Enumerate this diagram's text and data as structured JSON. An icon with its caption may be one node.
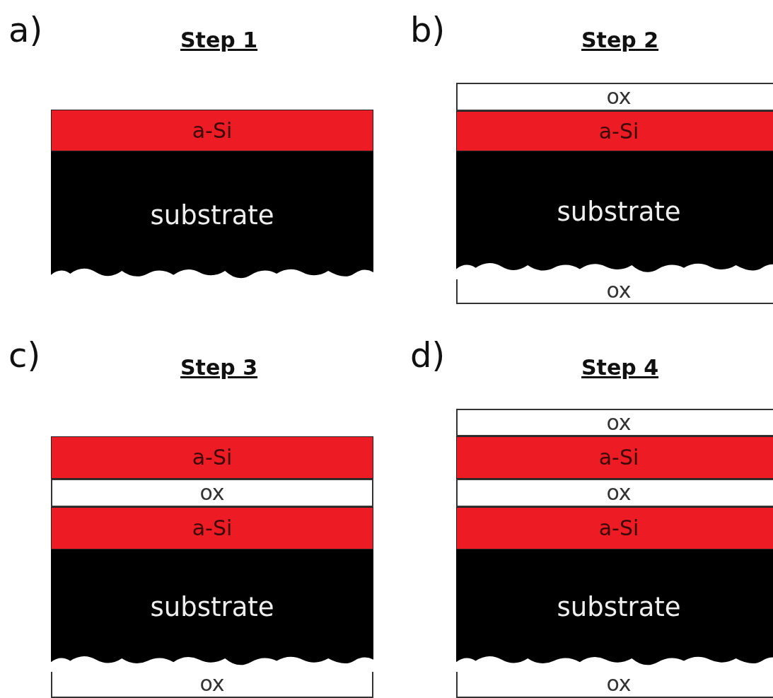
{
  "diagram": {
    "nodes": [
      {
        "text": [
          "a-Si"
        ]
      },
      {
        "text": [
          "substrate"
        ]
      },
      {
        "text": [
          "ox"
        ]
      },
      {
        "text": [
          "a-Si"
        ]
      },
      {
        "text": [
          "substrate"
        ]
      },
      {
        "text": [
          "ox"
        ]
      },
      {
        "text": [
          "a-Si"
        ]
      },
      {
        "text": [
          "ox"
        ]
      },
      {
        "text": [
          "a-Si"
        ]
      },
      {
        "text": [
          "substrate"
        ]
      },
      {
        "text": [
          "ox"
        ]
      },
      {
        "text": [
          "ox"
        ]
      },
      {
        "text": [
          "a-Si"
        ]
      },
      {
        "text": [
          "ox"
        ]
      },
      {
        "text": [
          "a-Si"
        ]
      },
      {
        "text": [
          "substrate"
        ]
      },
      {
        "text": [
          "ox"
        ]
      }
    ],
    "labels": [
      "a)",
      "Step 1",
      "b)",
      "Step 2",
      "c)",
      "Step 3",
      "d)",
      "Step 4"
    ]
  }
}
